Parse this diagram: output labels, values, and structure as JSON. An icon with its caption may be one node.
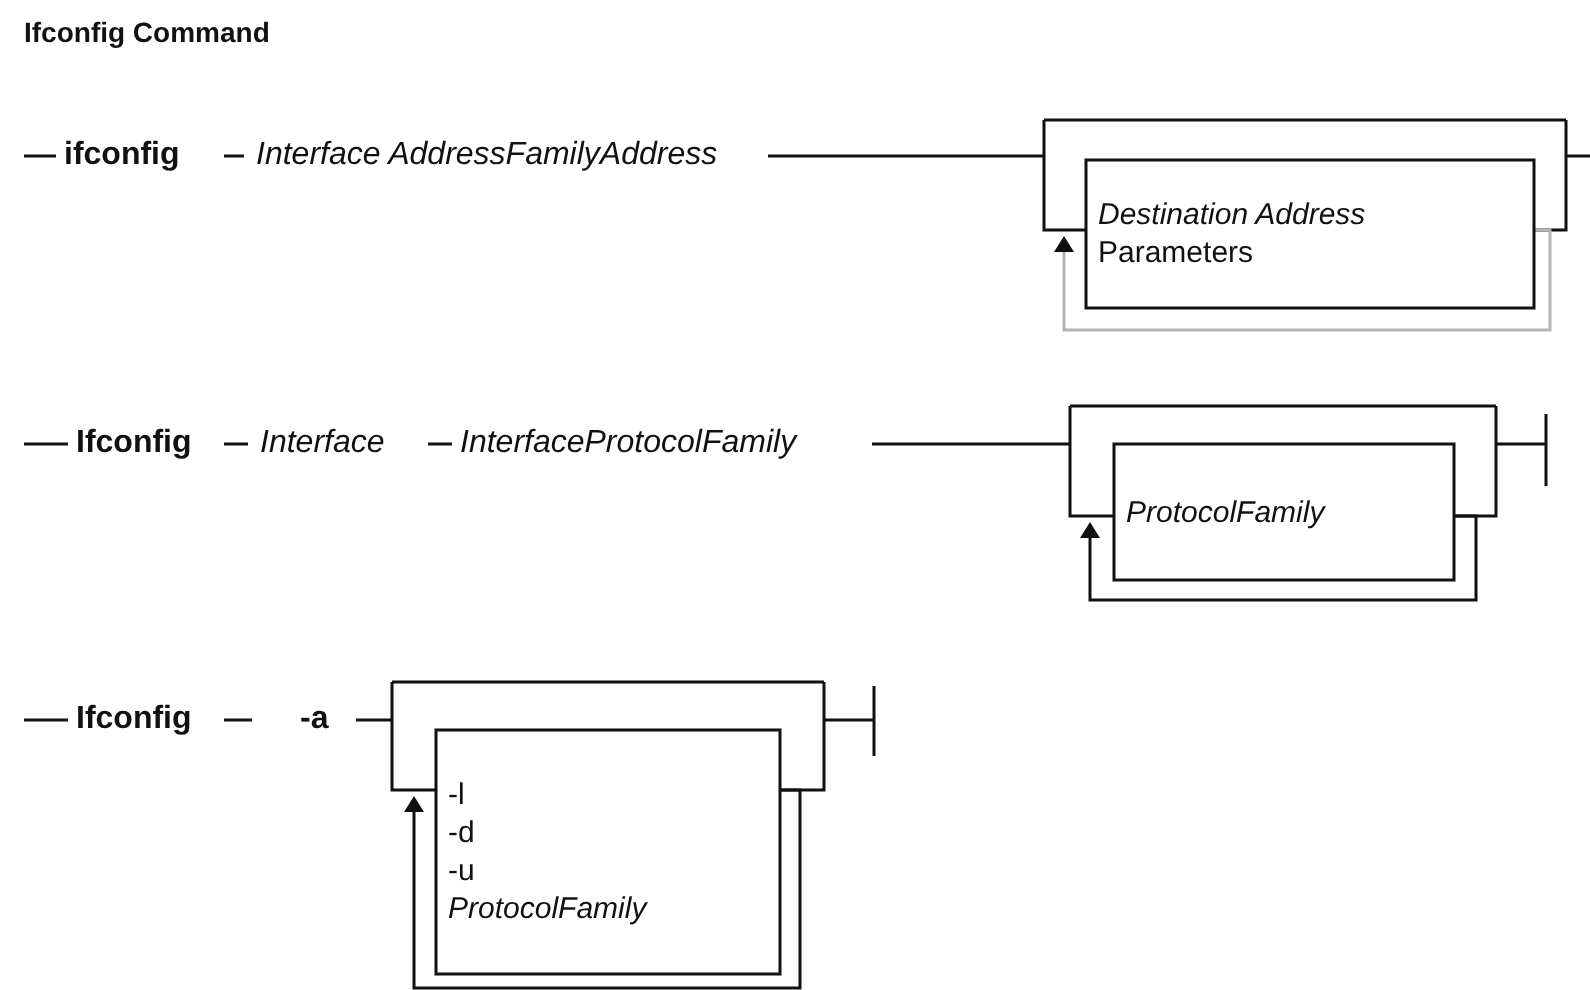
{
  "diagram": {
    "title": "Ifconfig Command",
    "nodes": [
      {
        "text": [
          "Destination Address",
          "Parameters"
        ]
      },
      {
        "text": [
          "ProtocolFamily"
        ]
      },
      {
        "text": [
          "-l",
          "-d",
          "-u",
          "ProtocolFamily"
        ]
      }
    ],
    "edges": [
      {
        "from": null,
        "to": 0,
        "arrow": "to",
        "color": "#b4b4b4"
      },
      {
        "from": null,
        "to": 1,
        "arrow": "to"
      },
      {
        "from": null,
        "to": 2,
        "arrow": "to"
      }
    ],
    "labels": [
      "ifconfig",
      "Interface AddressFamilyAddress",
      "Ifconfig",
      "Interface",
      "InterfaceProtocolFamily",
      "Ifconfig",
      "-a"
    ]
  }
}
